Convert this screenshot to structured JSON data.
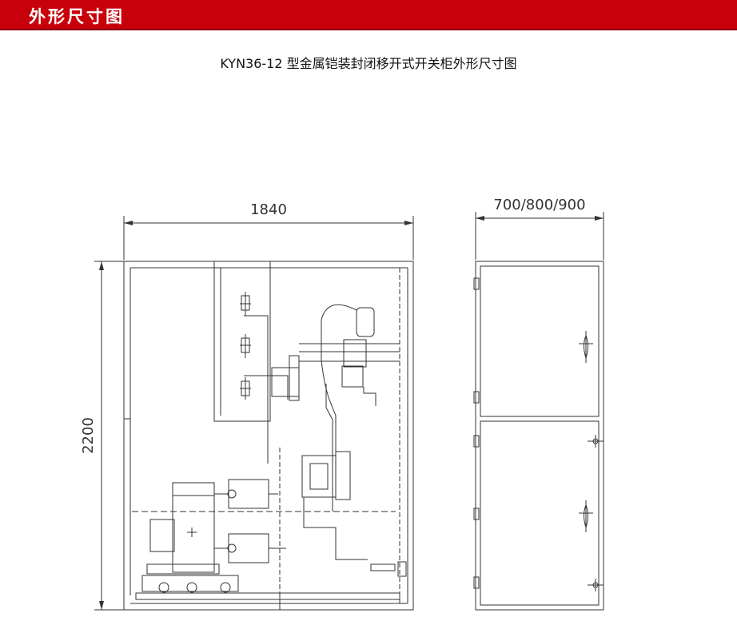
{
  "header": {
    "title": "外形尺寸图"
  },
  "diagram": {
    "title": "KYN36-12 型金属铠装封闭移开式开关柜外形尺寸图",
    "front_view": {
      "width_label": "1840",
      "height_label": "2200"
    },
    "side_view": {
      "depth_label": "700/800/900"
    }
  },
  "colors": {
    "header_bg": "#c8000b",
    "line": "#333333"
  }
}
